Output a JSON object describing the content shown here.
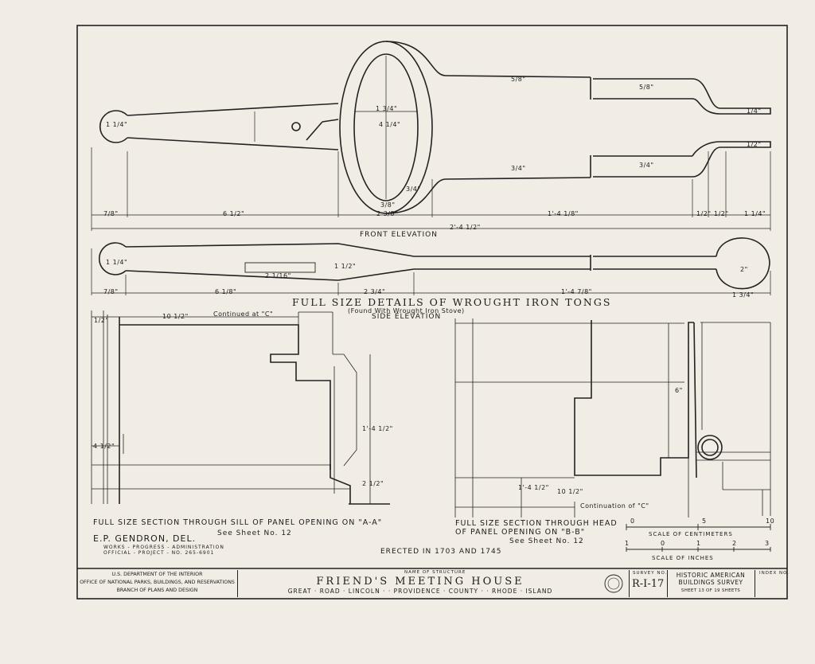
{
  "main_title": "FULL SIZE DETAILS OF WROUGHT IRON TONGS",
  "subtitle": "(Found With Wrought Iron Stove)",
  "views": {
    "front_elevation": "FRONT ELEVATION",
    "side_elevation": "SIDE ELEVATION"
  },
  "dimensions": {
    "front_1": "7/8\"",
    "front_2": "6 1/2\"",
    "front_3": "2 3/8\"",
    "front_4": "1'-4 1/8\"",
    "front_5": "1/2\"",
    "front_6": "1/2\"",
    "front_7": "1 1/4\"",
    "front_total": "2'-4 1/2\"",
    "front_loop_w": "1 3/4\"",
    "front_loop_h": "4 1/4\"",
    "front_rod_a": "5/8\"",
    "front_rod_b": "5/8\"",
    "front_rod_c": "3/4\"",
    "front_rod_d": "3/4\"",
    "front_tip": "1/4\"",
    "front_tip2": "1/2\"",
    "front_knob": "1 1/4\"",
    "front_diag": "3/4\"",
    "front_small": "3/8\"",
    "side_1": "7/8\"",
    "side_2": "6 1/8\"",
    "side_3": "2 3/4\"",
    "side_4": "1'-4 7/8\"",
    "side_5": "1 3/4\"",
    "side_slot": "2 1/16\"",
    "side_knob": "1 1/4\"",
    "side_disk": "2\"",
    "side_mid": "1 1/2\"",
    "sec_a_top": "10 1/2\"",
    "sec_a_cont": "Continued at \"C\"",
    "sec_a_left": "4 1/2\"",
    "sec_a_r1": "1'-4 1/2\"",
    "sec_a_r2": "2 1/2\"",
    "sec_a_tl": "1/2\"",
    "sec_b_height": "6\"",
    "sec_b_bottom": "1'-4 1/2\"",
    "sec_b_w": "10 1/2\"",
    "sec_b_cont": "Continuation of \"C\""
  },
  "section_a": {
    "line1": "FULL SIZE SECTION THROUGH SILL OF PANEL OPENING ON \"A-A\"",
    "see": "See Sheet No. 12"
  },
  "section_b": {
    "line1": "FULL SIZE SECTION THROUGH HEAD",
    "line2": "OF PANEL OPENING ON \"B-B\"",
    "see": "See Sheet No. 12"
  },
  "delineator": "E.P. GENDRON, DEL.",
  "wpa": {
    "line1": "WORKS - PROGRESS - ADMINISTRATION",
    "line2": "OFFICIAL - PROJECT - NO. 265-6901"
  },
  "erected": "ERECTED IN 1703 AND 1745",
  "scales": {
    "cm_ticks": [
      "0",
      "5",
      "10"
    ],
    "cm_label": "SCALE OF CENTIMETERS",
    "in_ticks": [
      "1",
      "0",
      "1",
      "2",
      "3"
    ],
    "in_label": "SCALE OF INCHES"
  },
  "title_block": {
    "agency": [
      "U.S. DEPARTMENT OF THE INTERIOR",
      "OFFICE OF NATIONAL PARKS, BUILDINGS, AND RESERVATIONS",
      "BRANCH OF PLANS AND DESIGN"
    ],
    "name_label": "NAME OF STRUCTURE",
    "name": "FRIEND'S MEETING HOUSE",
    "location": "GREAT · ROAD · LINCOLN · · PROVIDENCE · COUNTY · · RHODE · ISLAND",
    "survey_label": "SURVEY NO.",
    "survey_no": "R-I-17",
    "habs": [
      "HISTORIC AMERICAN",
      "BUILDINGS SURVEY"
    ],
    "sheet": "SHEET 13 OF 19 SHEETS",
    "index_label": "INDEX NO."
  }
}
